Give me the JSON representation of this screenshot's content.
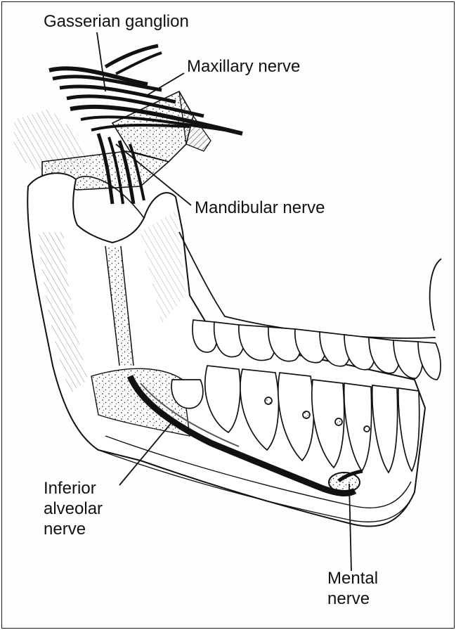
{
  "labels": {
    "gasserian_ganglion": "Gasserian ganglion",
    "maxillary_nerve": "Maxillary nerve",
    "mandibular_nerve": "Mandibular nerve",
    "inferior_alveolar_nerve": "Inferior\nalveolar\nnerve",
    "mental_nerve": "Mental\nnerve"
  },
  "colors": {
    "ink": "#111111",
    "paper": "#fefefe",
    "frame": "#1a1a1a"
  }
}
